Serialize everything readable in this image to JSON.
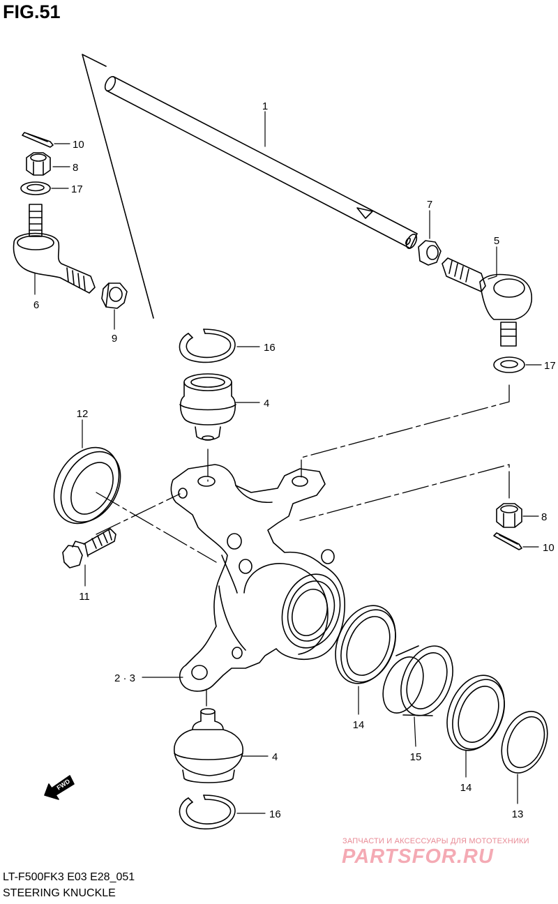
{
  "figure": {
    "title": "FIG.51",
    "model_code": "LT-F500FK3 E03 E28_051",
    "part_name": "STEERING KNUCKLE"
  },
  "callouts": [
    {
      "id": "c1",
      "label": "1"
    },
    {
      "id": "c10a",
      "label": "10"
    },
    {
      "id": "c8a",
      "label": "8"
    },
    {
      "id": "c17a",
      "label": "17"
    },
    {
      "id": "c6",
      "label": "6"
    },
    {
      "id": "c9",
      "label": "9"
    },
    {
      "id": "c7",
      "label": "7"
    },
    {
      "id": "c5",
      "label": "5"
    },
    {
      "id": "c17b",
      "label": "17"
    },
    {
      "id": "c16a",
      "label": "16"
    },
    {
      "id": "c4a",
      "label": "4"
    },
    {
      "id": "c12",
      "label": "12"
    },
    {
      "id": "c8b",
      "label": "8"
    },
    {
      "id": "c10b",
      "label": "10"
    },
    {
      "id": "c11",
      "label": "11"
    },
    {
      "id": "c23",
      "label": "2 · 3"
    },
    {
      "id": "c14a",
      "label": "14"
    },
    {
      "id": "c15",
      "label": "15"
    },
    {
      "id": "c14b",
      "label": "14"
    },
    {
      "id": "c13",
      "label": "13"
    },
    {
      "id": "c4b",
      "label": "4"
    },
    {
      "id": "c16b",
      "label": "16"
    }
  ],
  "fwd_arrow": {
    "label": "FWD"
  },
  "watermark": {
    "tagline": "ЗАПЧАСТИ И АКСЕССУАРЫ ДЛЯ МОТОТЕХНИКИ",
    "logo": "PARTSFOR.RU",
    "color": "#f4aab4"
  }
}
